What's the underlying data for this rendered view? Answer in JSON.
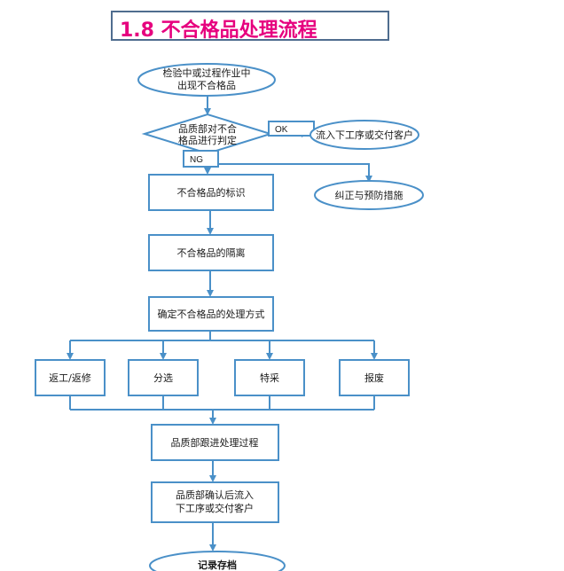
{
  "title": "1.8 不合格品处理流程",
  "colors": {
    "title": "#e6007e",
    "border": "#4a90c8",
    "arrow": "#4a90c8",
    "title_border": "#4f6d8f"
  },
  "nodes": {
    "start": [
      "检验中或过程作业中",
      "出现不合格品"
    ],
    "decision": [
      "品质部对不合",
      "格品进行判定"
    ],
    "ok_label": "OK",
    "ng_label": "NG",
    "ok_result": "流入下工序或交付客户",
    "identify": "不合格品的标识",
    "corrective": "纠正与预防措施",
    "isolate": "不合格品的隔离",
    "method": "确定不合格品的处理方式",
    "options": [
      "返工/返修",
      "分选",
      "特采",
      "报废"
    ],
    "follow": "品质部跟进处理过程",
    "confirm": [
      "品质部确认后流入",
      "下工序或交付客户"
    ],
    "archive": "记录存档"
  }
}
